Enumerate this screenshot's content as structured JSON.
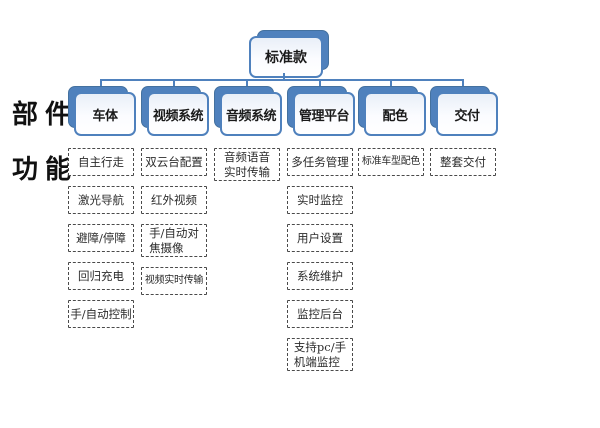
{
  "diagram": {
    "root_label": "标准款",
    "row_labels": {
      "parts": "部件",
      "functions": "功能"
    },
    "columns": [
      {
        "header": "车体",
        "items": [
          "自主行走",
          "激光导航",
          "避障/停障",
          "回归充电",
          "手/自动控制"
        ]
      },
      {
        "header": "视频系统",
        "items": [
          "双云台配置",
          "红外视频",
          "手/自动对\n焦摄像",
          "视频实时传输"
        ]
      },
      {
        "header": "音频系统",
        "items": [
          "音频语音\n实时传输"
        ]
      },
      {
        "header": "管理平台",
        "items": [
          "多任务管理",
          "实时监控",
          "用户设置",
          "系统维护",
          "监控后台",
          "支持pc/手\n机端监控"
        ]
      },
      {
        "header": "配色",
        "items": [
          "标准车型配色"
        ]
      },
      {
        "header": "交付",
        "items": [
          "整套交付"
        ]
      }
    ],
    "colors": {
      "card_blue": "#4f81bd",
      "card_front_fill": "#f3f7fc",
      "connector": "#4f81bd",
      "dashed_border": "#4a4a4a",
      "text": "#1a1a1a"
    }
  }
}
